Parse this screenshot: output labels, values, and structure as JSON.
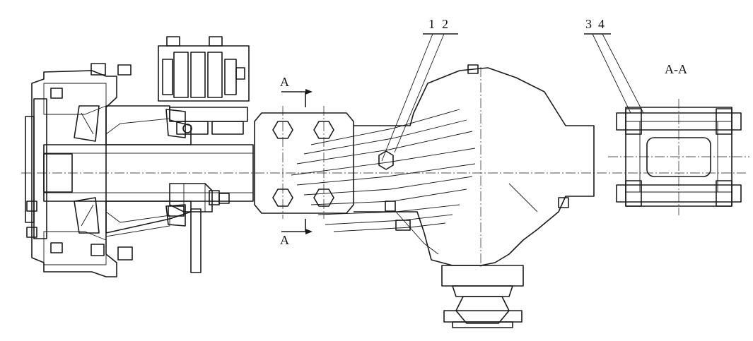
{
  "labels": {
    "callout_1": "1",
    "callout_2": "2",
    "callout_3": "3",
    "callout_4": "4",
    "section_mark_top": "A",
    "section_mark_bottom": "A",
    "section_title": "A-A"
  }
}
